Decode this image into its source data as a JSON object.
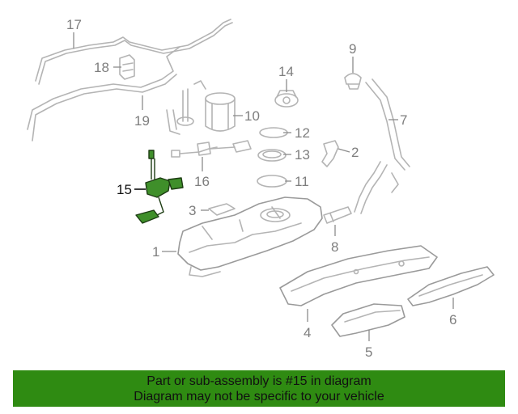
{
  "diagram": {
    "highlight_color": "#3f8f2a",
    "callouts": [
      {
        "id": "c17",
        "label": "17"
      },
      {
        "id": "c18",
        "label": "18"
      },
      {
        "id": "c19",
        "label": "19"
      },
      {
        "id": "c14",
        "label": "14"
      },
      {
        "id": "c9",
        "label": "9"
      },
      {
        "id": "c10",
        "label": "10"
      },
      {
        "id": "c7",
        "label": "7"
      },
      {
        "id": "c12",
        "label": "12"
      },
      {
        "id": "c13",
        "label": "13"
      },
      {
        "id": "c2",
        "label": "2"
      },
      {
        "id": "c11",
        "label": "11"
      },
      {
        "id": "c16",
        "label": "16"
      },
      {
        "id": "c15",
        "label": "15"
      },
      {
        "id": "c3",
        "label": "3"
      },
      {
        "id": "c8",
        "label": "8"
      },
      {
        "id": "c1",
        "label": "1"
      },
      {
        "id": "c4",
        "label": "4"
      },
      {
        "id": "c5",
        "label": "5"
      },
      {
        "id": "c6",
        "label": "6"
      }
    ]
  },
  "banner": {
    "background": "#2f8b12",
    "line1": "Part or sub-assembly is #15 in diagram",
    "line2": "Diagram may not be specific to your vehicle"
  }
}
